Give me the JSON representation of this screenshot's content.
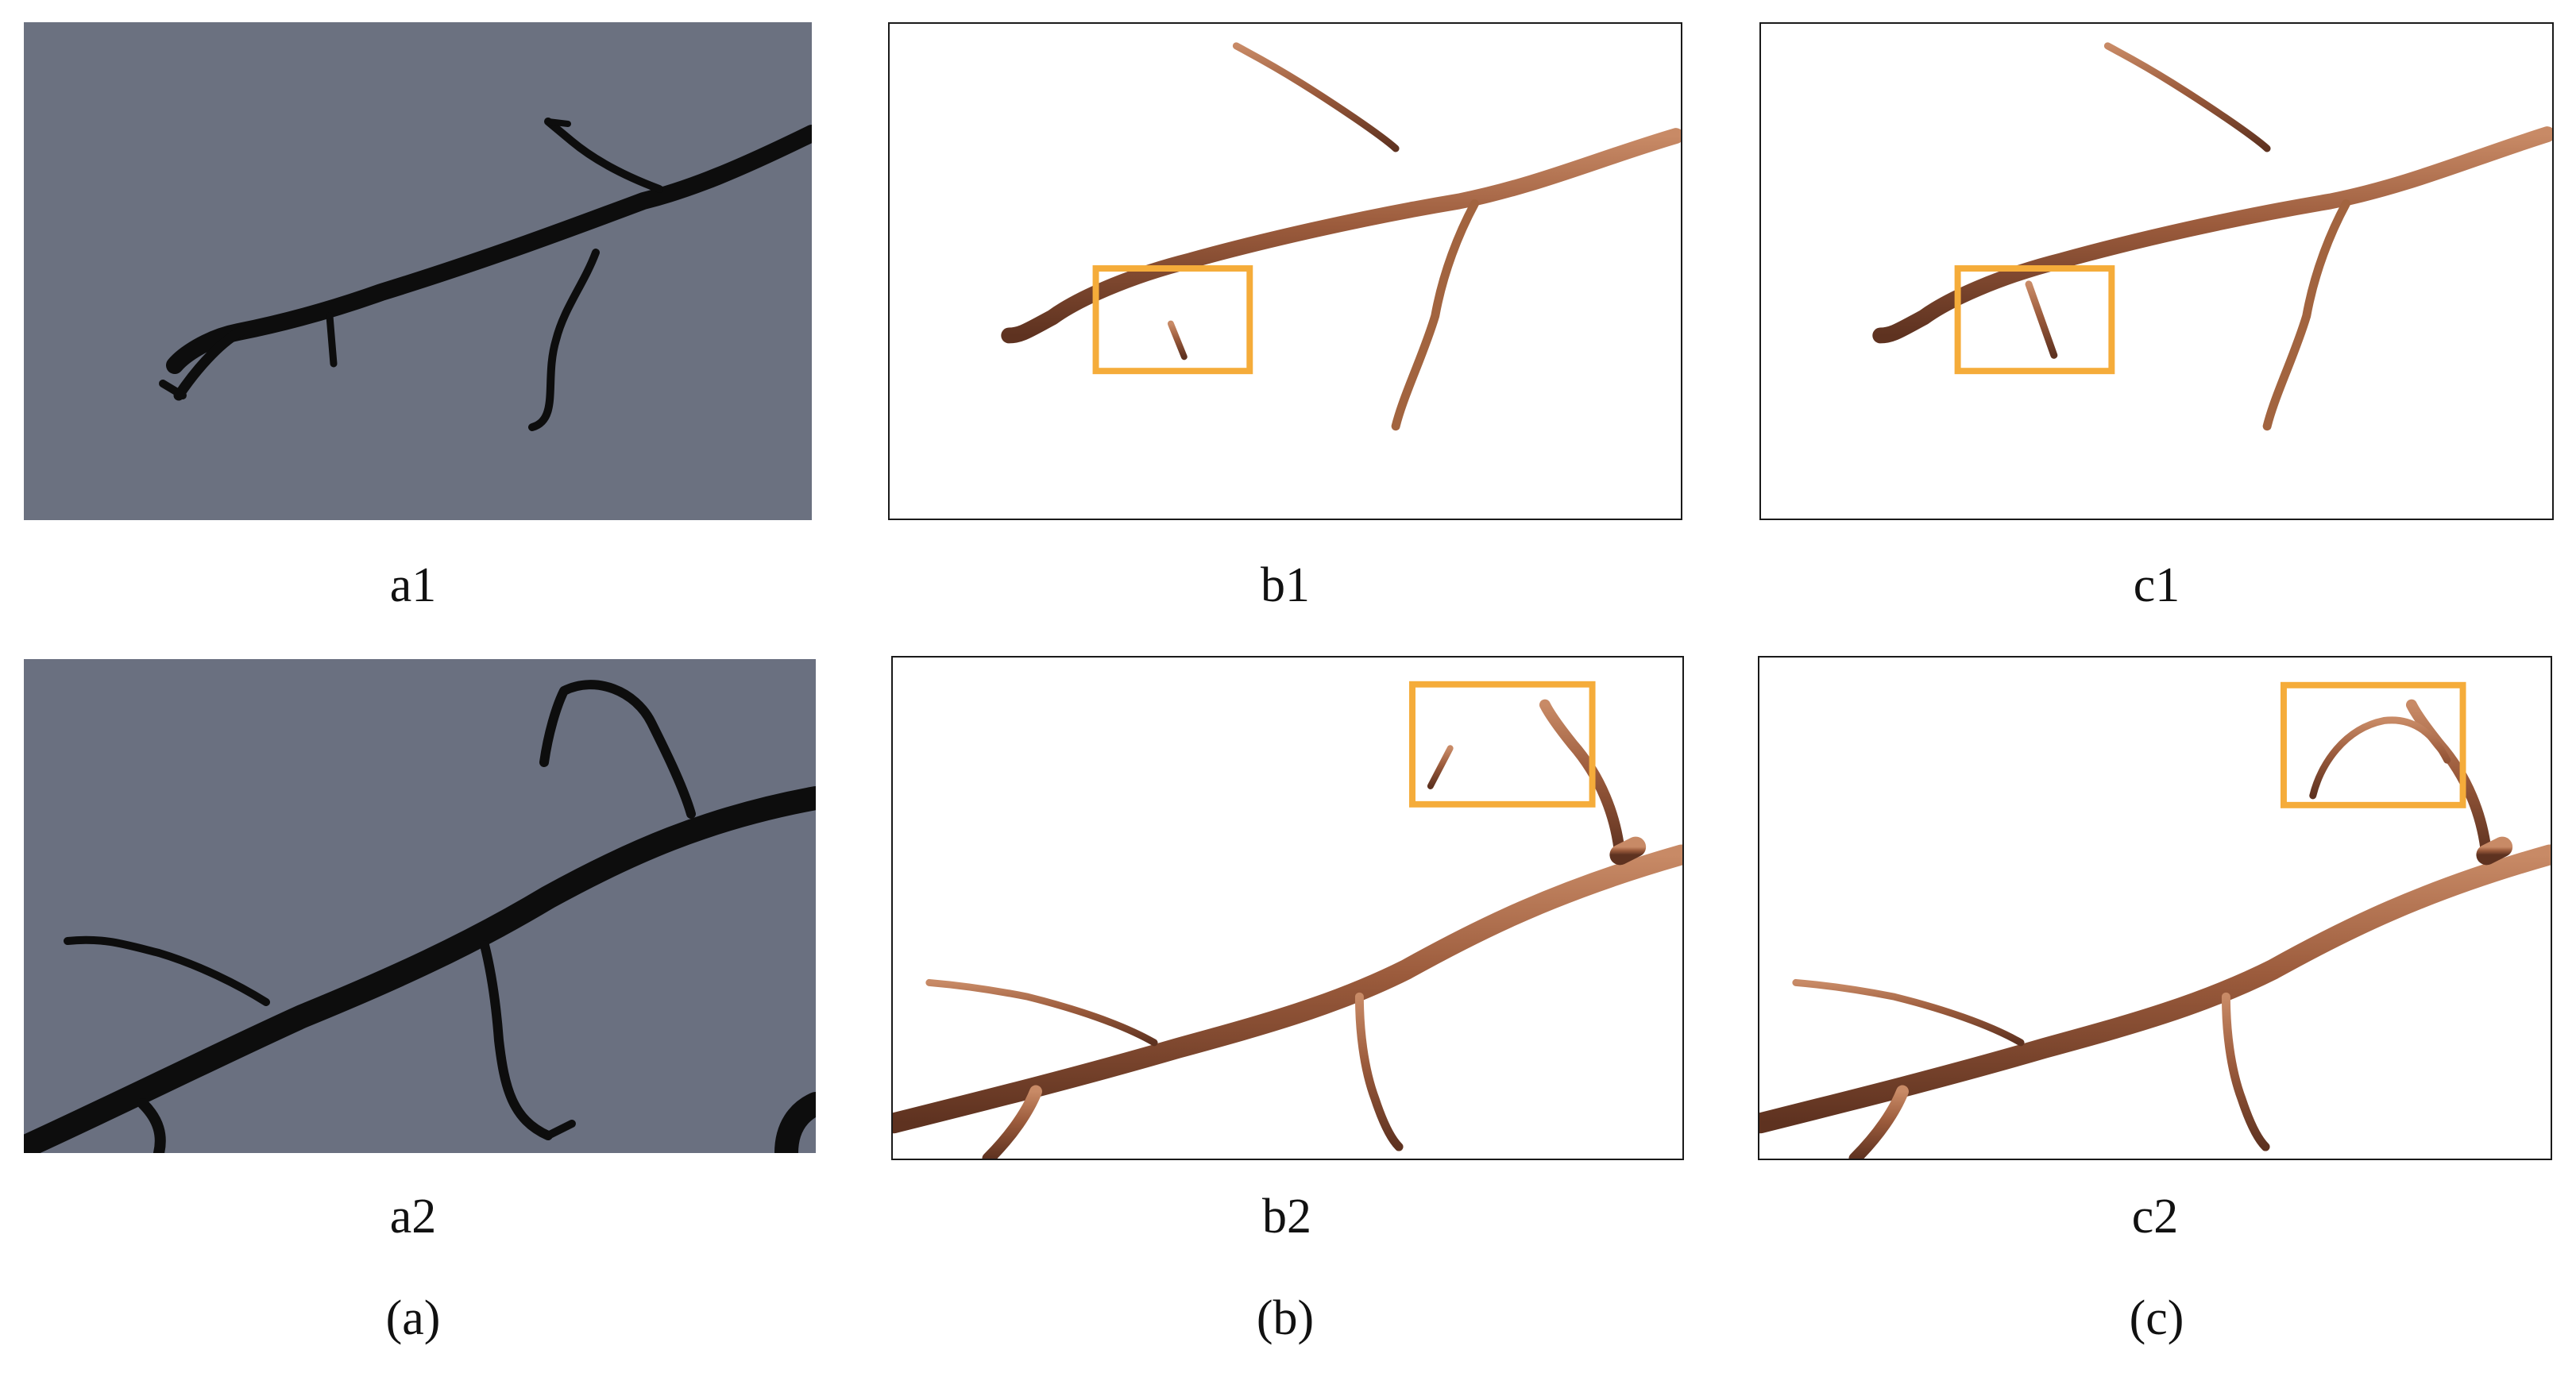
{
  "panels": {
    "a1": {
      "label": "a1"
    },
    "b1": {
      "label": "b1"
    },
    "c1": {
      "label": "c1"
    },
    "a2": {
      "label": "a2"
    },
    "b2": {
      "label": "b2"
    },
    "c2": {
      "label": "c2"
    }
  },
  "columns": {
    "a": {
      "caption": "(a)"
    },
    "b": {
      "caption": "(b)"
    },
    "c": {
      "caption": "(c)"
    }
  },
  "colors": {
    "photo_background": "#6b7180",
    "branch_silhouette": "#0d0d0d",
    "branch_model": "#9a5a3a",
    "highlight_box": "#f5ac3a",
    "render_background": "#ffffff"
  }
}
